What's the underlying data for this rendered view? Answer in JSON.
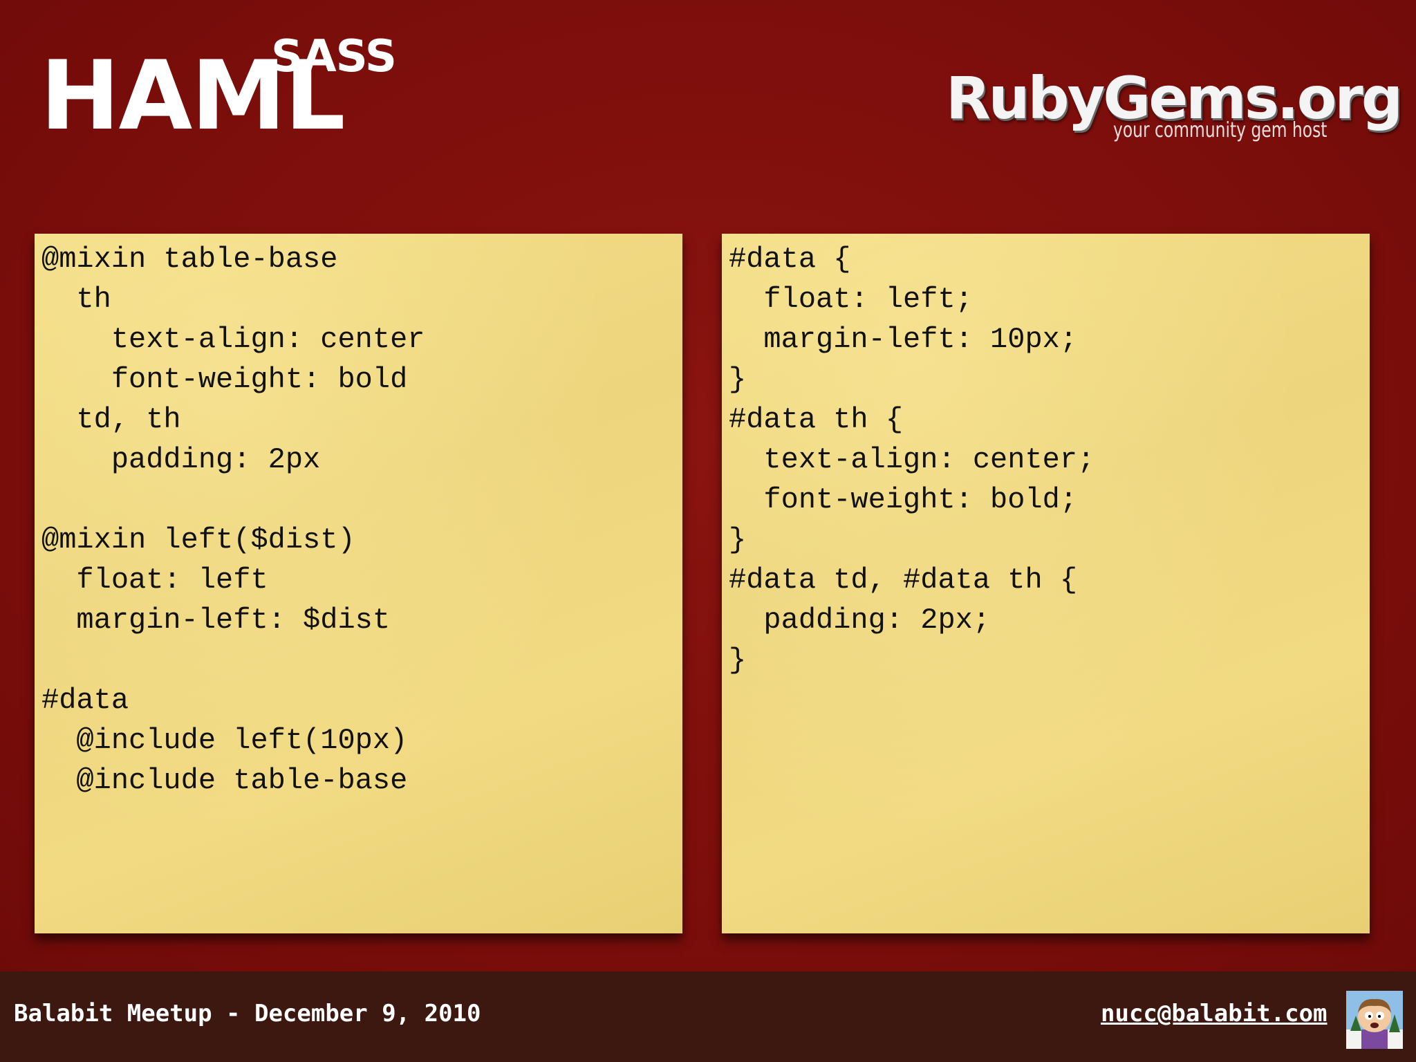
{
  "slide": {
    "title_main": "HAML",
    "title_super": "SASS"
  },
  "logo": {
    "name": "RubyGems.org",
    "tagline": "your community gem host"
  },
  "left_panel": {
    "lines": [
      "@mixin table-base",
      "  th",
      "    text-align: center",
      "    font-weight: bold",
      "  td, th",
      "    padding: 2px",
      "",
      "@mixin left($dist)",
      "  float: left",
      "  margin-left: $dist",
      "",
      "#data",
      "  @include left(10px)",
      "  @include table-base"
    ]
  },
  "right_panel": {
    "lines": [
      "#data {",
      "  float: left;",
      "  margin-left: 10px;",
      "}",
      "#data th {",
      "  text-align: center;",
      "  font-weight: bold;",
      "}",
      "#data td, #data th {",
      "  padding: 2px;",
      "}"
    ]
  },
  "footer": {
    "event": "Balabit Meetup - December 9, 2010",
    "email": "nucc@balabit.com",
    "avatar_icon": "cartoon-avatar-icon"
  },
  "colors": {
    "background": "#7e0f0c",
    "panel": "#f0d880",
    "footer": "#3c1810",
    "title": "#ffffff"
  }
}
